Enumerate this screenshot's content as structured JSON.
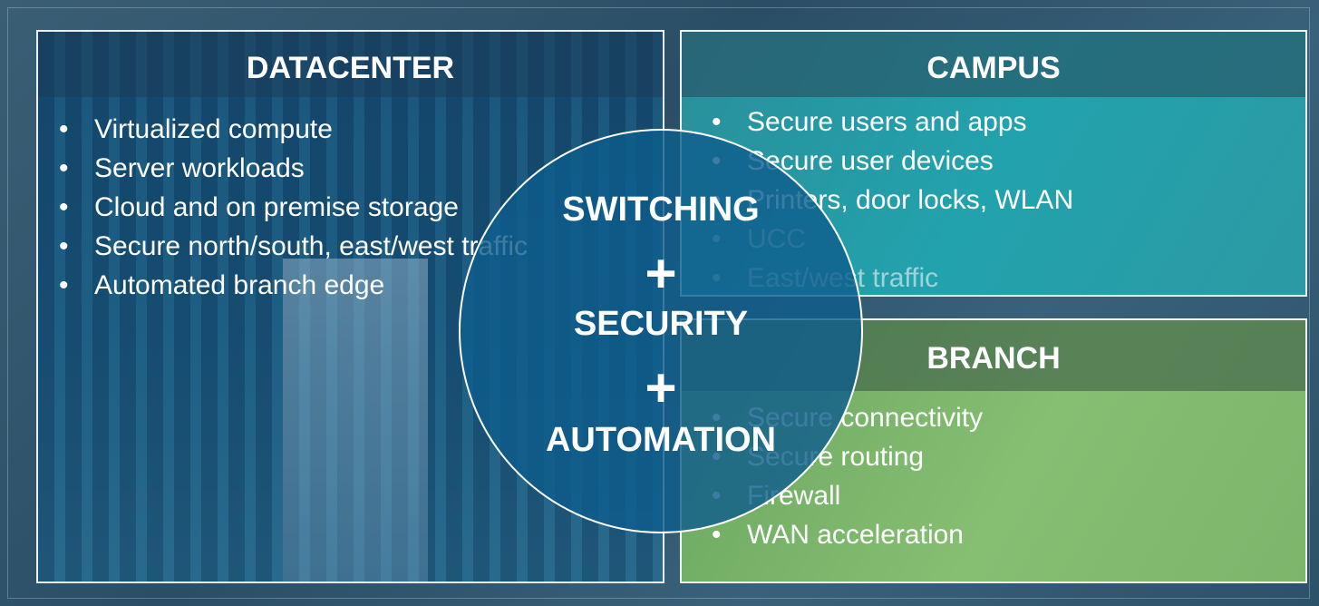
{
  "datacenter": {
    "title": "DATACENTER",
    "items": [
      "Virtualized compute",
      "Server workloads",
      "Cloud and on premise storage",
      "Secure north/south, east/west traffic",
      "Automated branch edge"
    ]
  },
  "campus": {
    "title": "CAMPUS",
    "items": [
      "Secure users and apps",
      "Secure user devices",
      "Printers, door locks, WLAN",
      "UCC",
      "East/west traffic"
    ]
  },
  "branch": {
    "title": "BRANCH",
    "items": [
      "Secure connectivity",
      "Secure routing",
      "Firewall",
      "WAN acceleration"
    ]
  },
  "center": {
    "line1": "SWITCHING",
    "plus1": "+",
    "line2": "SECURITY",
    "plus2": "+",
    "line3": "AUTOMATION"
  },
  "colors": {
    "datacenter_bg": "#17557d",
    "campus_bg": "#22a2ad",
    "branch_bg": "#86bf72",
    "circle_bg": "#0e5c8c"
  }
}
